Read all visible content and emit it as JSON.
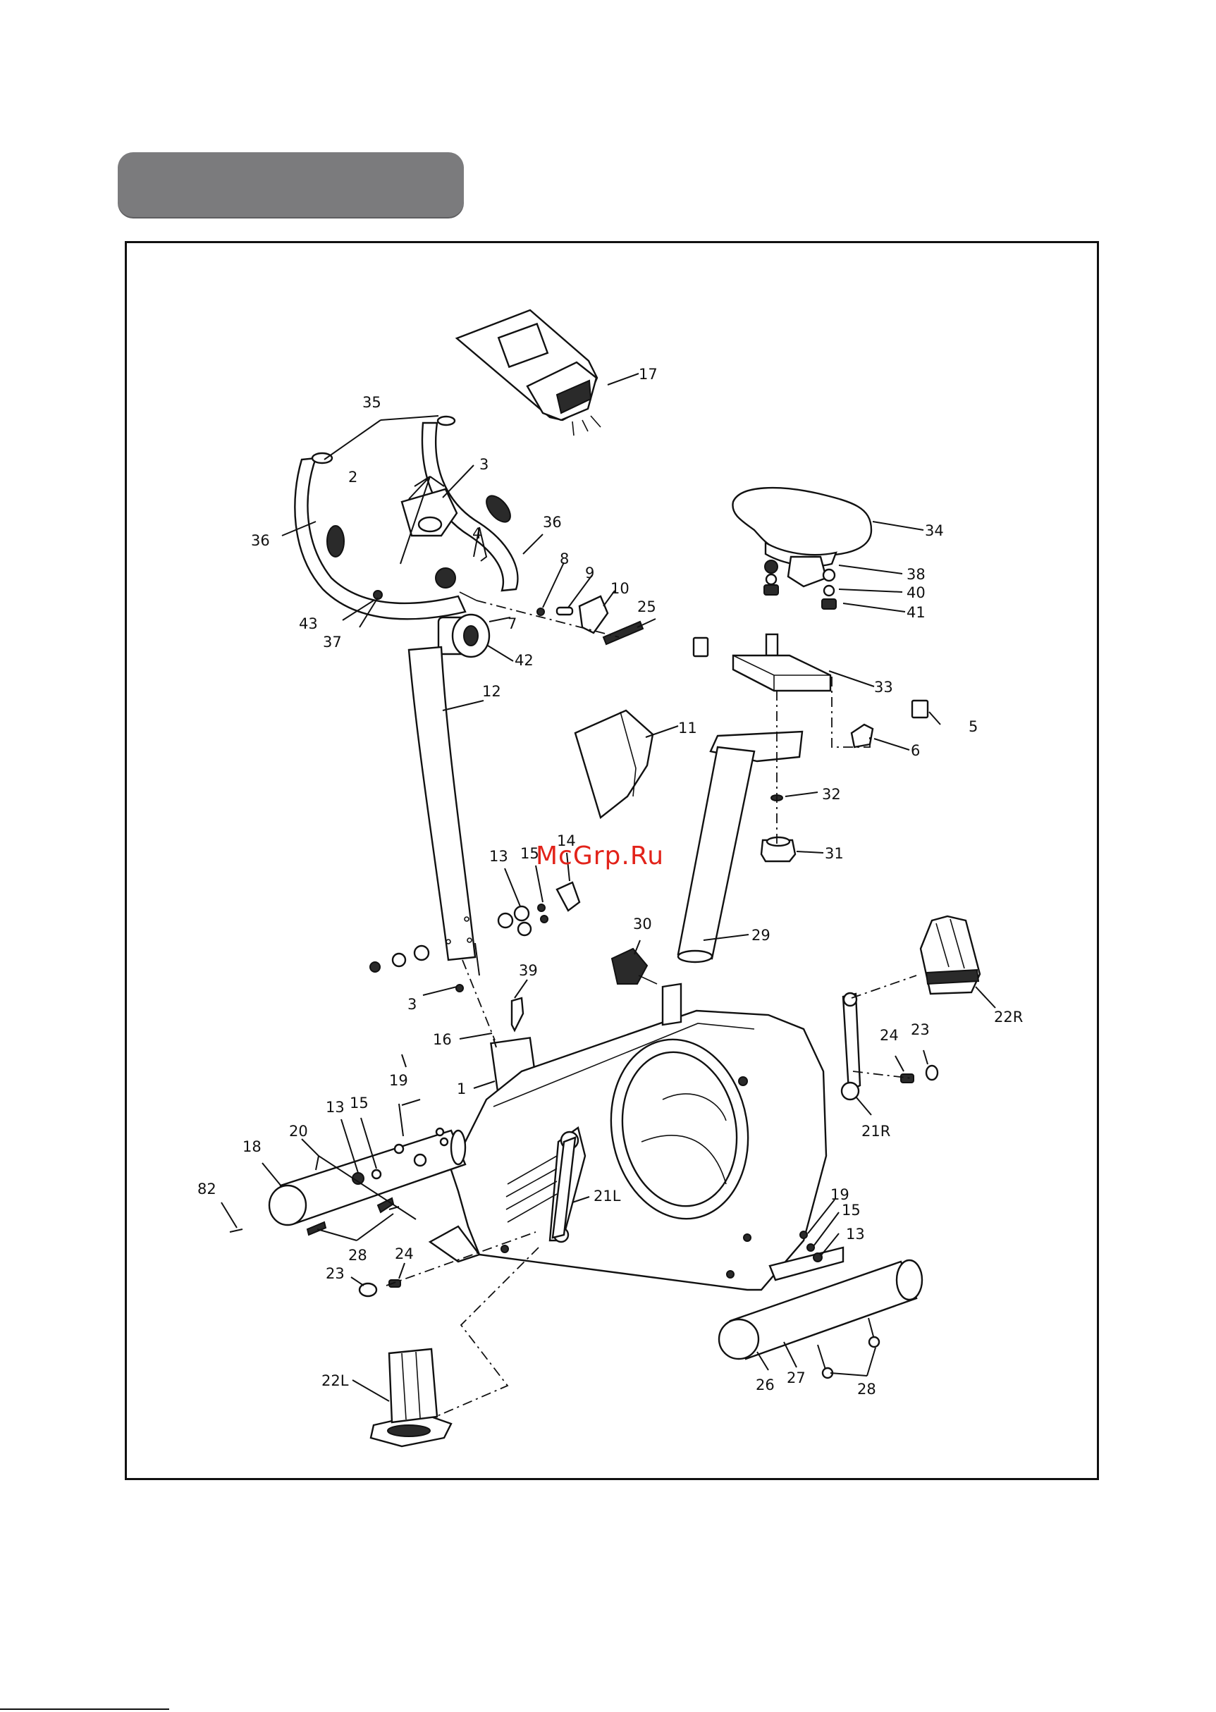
{
  "watermark": "McGrp.Ru",
  "part_labels": [
    {
      "id": "p17",
      "text": "17"
    },
    {
      "id": "p35",
      "text": "35"
    },
    {
      "id": "p2",
      "text": "2"
    },
    {
      "id": "p3a",
      "text": "3"
    },
    {
      "id": "p36a",
      "text": "36"
    },
    {
      "id": "p36b",
      "text": "36"
    },
    {
      "id": "p4",
      "text": "4"
    },
    {
      "id": "p8",
      "text": "8"
    },
    {
      "id": "p9",
      "text": "9"
    },
    {
      "id": "p10",
      "text": "10"
    },
    {
      "id": "p25",
      "text": "25"
    },
    {
      "id": "p43",
      "text": "43"
    },
    {
      "id": "p37",
      "text": "37"
    },
    {
      "id": "p7",
      "text": "7"
    },
    {
      "id": "p42",
      "text": "42"
    },
    {
      "id": "p12",
      "text": "12"
    },
    {
      "id": "p34",
      "text": "34"
    },
    {
      "id": "p38",
      "text": "38"
    },
    {
      "id": "p40",
      "text": "40"
    },
    {
      "id": "p41",
      "text": "41"
    },
    {
      "id": "p33",
      "text": "33"
    },
    {
      "id": "p5",
      "text": "5"
    },
    {
      "id": "p6",
      "text": "6"
    },
    {
      "id": "p11",
      "text": "11"
    },
    {
      "id": "p32",
      "text": "32"
    },
    {
      "id": "p31",
      "text": "31"
    },
    {
      "id": "p13a",
      "text": "13"
    },
    {
      "id": "p15a",
      "text": "15"
    },
    {
      "id": "p14",
      "text": "14"
    },
    {
      "id": "p29",
      "text": "29"
    },
    {
      "id": "p30",
      "text": "30"
    },
    {
      "id": "p3b",
      "text": "3"
    },
    {
      "id": "p39",
      "text": "39"
    },
    {
      "id": "p16",
      "text": "16"
    },
    {
      "id": "p1",
      "text": "1"
    },
    {
      "id": "p22R",
      "text": "22R"
    },
    {
      "id": "p24a",
      "text": "24"
    },
    {
      "id": "p23a",
      "text": "23"
    },
    {
      "id": "p21R",
      "text": "21R"
    },
    {
      "id": "p19a",
      "text": "19"
    },
    {
      "id": "p13b",
      "text": "13"
    },
    {
      "id": "p15b",
      "text": "15"
    },
    {
      "id": "p20",
      "text": "20"
    },
    {
      "id": "p18",
      "text": "18"
    },
    {
      "id": "p82",
      "text": "82"
    },
    {
      "id": "p21L",
      "text": "21L"
    },
    {
      "id": "p28a",
      "text": "28"
    },
    {
      "id": "p24b",
      "text": "24"
    },
    {
      "id": "p23b",
      "text": "23"
    },
    {
      "id": "p19b",
      "text": "19"
    },
    {
      "id": "p15c",
      "text": "15"
    },
    {
      "id": "p13c",
      "text": "13"
    },
    {
      "id": "p22L",
      "text": "22L"
    },
    {
      "id": "p26",
      "text": "26"
    },
    {
      "id": "p27",
      "text": "27"
    },
    {
      "id": "p28b",
      "text": "28"
    }
  ],
  "colors": {
    "header_pill": "#7b7b7d",
    "watermark": "#e2231a",
    "ink": "#111111"
  }
}
